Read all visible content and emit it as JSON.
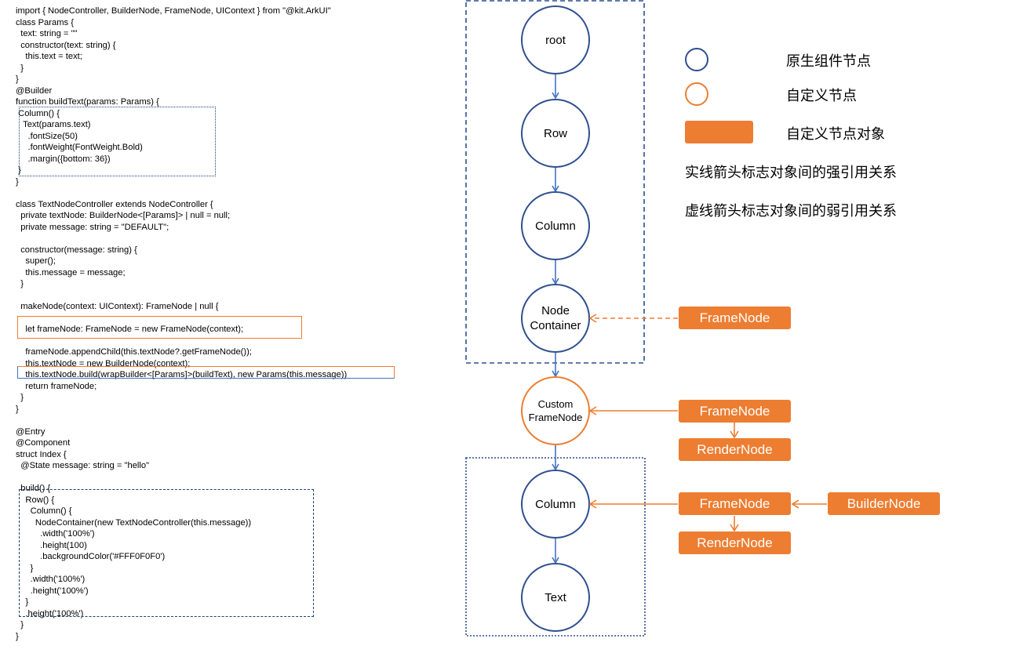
{
  "code": {
    "lines": [
      "import { NodeController, BuilderNode, FrameNode, UIContext } from \"@kit.ArkUI\"",
      "class Params {",
      "  text: string = \"\"",
      "  constructor(text: string) {",
      "    this.text = text;",
      "  }",
      "}",
      "@Builder",
      "function buildText(params: Params) {",
      " Column() {",
      "   Text(params.text)",
      "     .fontSize(50)",
      "     .fontWeight(FontWeight.Bold)",
      "     .margin({bottom: 36})",
      " }",
      "}",
      "",
      "class TextNodeController extends NodeController {",
      "  private textNode: BuilderNode<[Params]> | null = null;",
      "  private message: string = \"DEFAULT\";",
      "",
      "  constructor(message: string) {",
      "    super();",
      "    this.message = message;",
      "  }",
      "",
      "  makeNode(context: UIContext): FrameNode | null {",
      "",
      "    let frameNode: FrameNode = new FrameNode(context);",
      "",
      "    frameNode.appendChild(this.textNode?.getFrameNode());",
      "    this.textNode = new BuilderNode(context);",
      "    this.textNode.build(wrapBuilder<[Params]>(buildText), new Params(this.message))",
      "    return frameNode;",
      "  }",
      "}",
      "",
      "@Entry",
      "@Component",
      "struct Index {",
      "  @State message: string = \"hello\"",
      "",
      "  build() {",
      "    Row() {",
      "      Column() {",
      "        NodeContainer(new TextNodeController(this.message))",
      "          .width('100%')",
      "          .height(100)",
      "          .backgroundColor('#FFF0F0F0')",
      "      }",
      "      .width('100%')",
      "      .height('100%')",
      "    }",
      "    .height('100%')",
      "  }",
      "}"
    ]
  },
  "diagram": {
    "nodes": {
      "root": "root",
      "row": "Row",
      "column1": "Column",
      "node_container": "Node\nContainer",
      "custom_frame_node": "Custom\nFrameNode",
      "column2": "Column",
      "text": "Text"
    },
    "objects": {
      "frame_node_weak": "FrameNode",
      "frame_node_custom": "FrameNode",
      "render_node_custom": "RenderNode",
      "frame_node_column": "FrameNode",
      "render_node_column": "RenderNode",
      "builder_node": "BuilderNode"
    }
  },
  "legend": {
    "native_node": "原生组件节点",
    "custom_node": "自定义节点",
    "custom_node_object": "自定义节点对象",
    "solid_arrow": "实线箭头标志对象间的强引用关系",
    "dashed_arrow": "虚线箭头标志对象间的弱引用关系"
  },
  "colors": {
    "blue": "#4472c4",
    "dark_blue": "#2f4f8f",
    "orange": "#ed7d31"
  }
}
